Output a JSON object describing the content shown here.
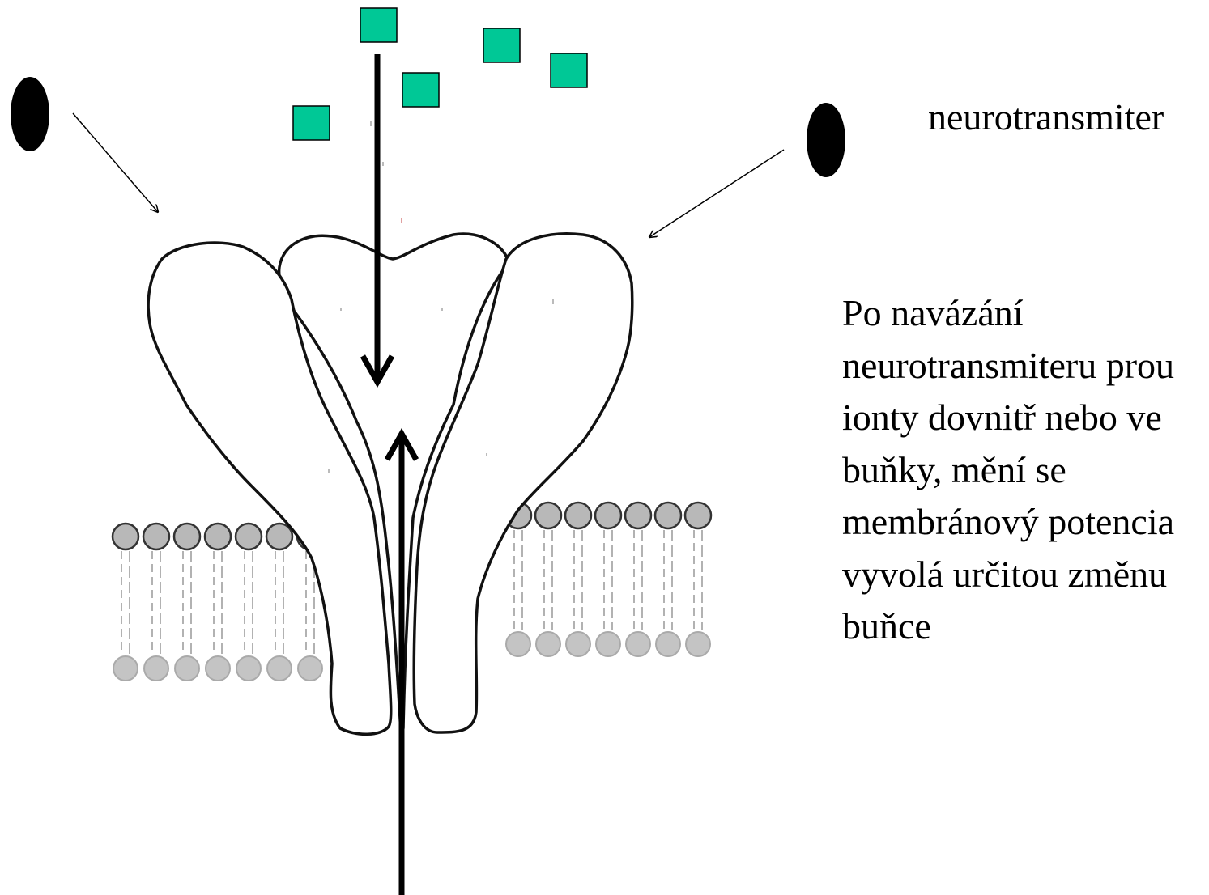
{
  "legend": {
    "neurotransmitter_label": "neurotransmiter"
  },
  "description": {
    "lines": [
      "Po navázání",
      "neurotransmiteru prou",
      "ionty dovnitř nebo ve",
      "buňky, mění se",
      "membránový potencia",
      "vyvolá určitou změnu",
      "buňce"
    ]
  },
  "colors": {
    "ion": "#00c896",
    "neurotransmitter": "#000000",
    "outline": "#111111",
    "lipid_head": "#9a9a9a"
  }
}
